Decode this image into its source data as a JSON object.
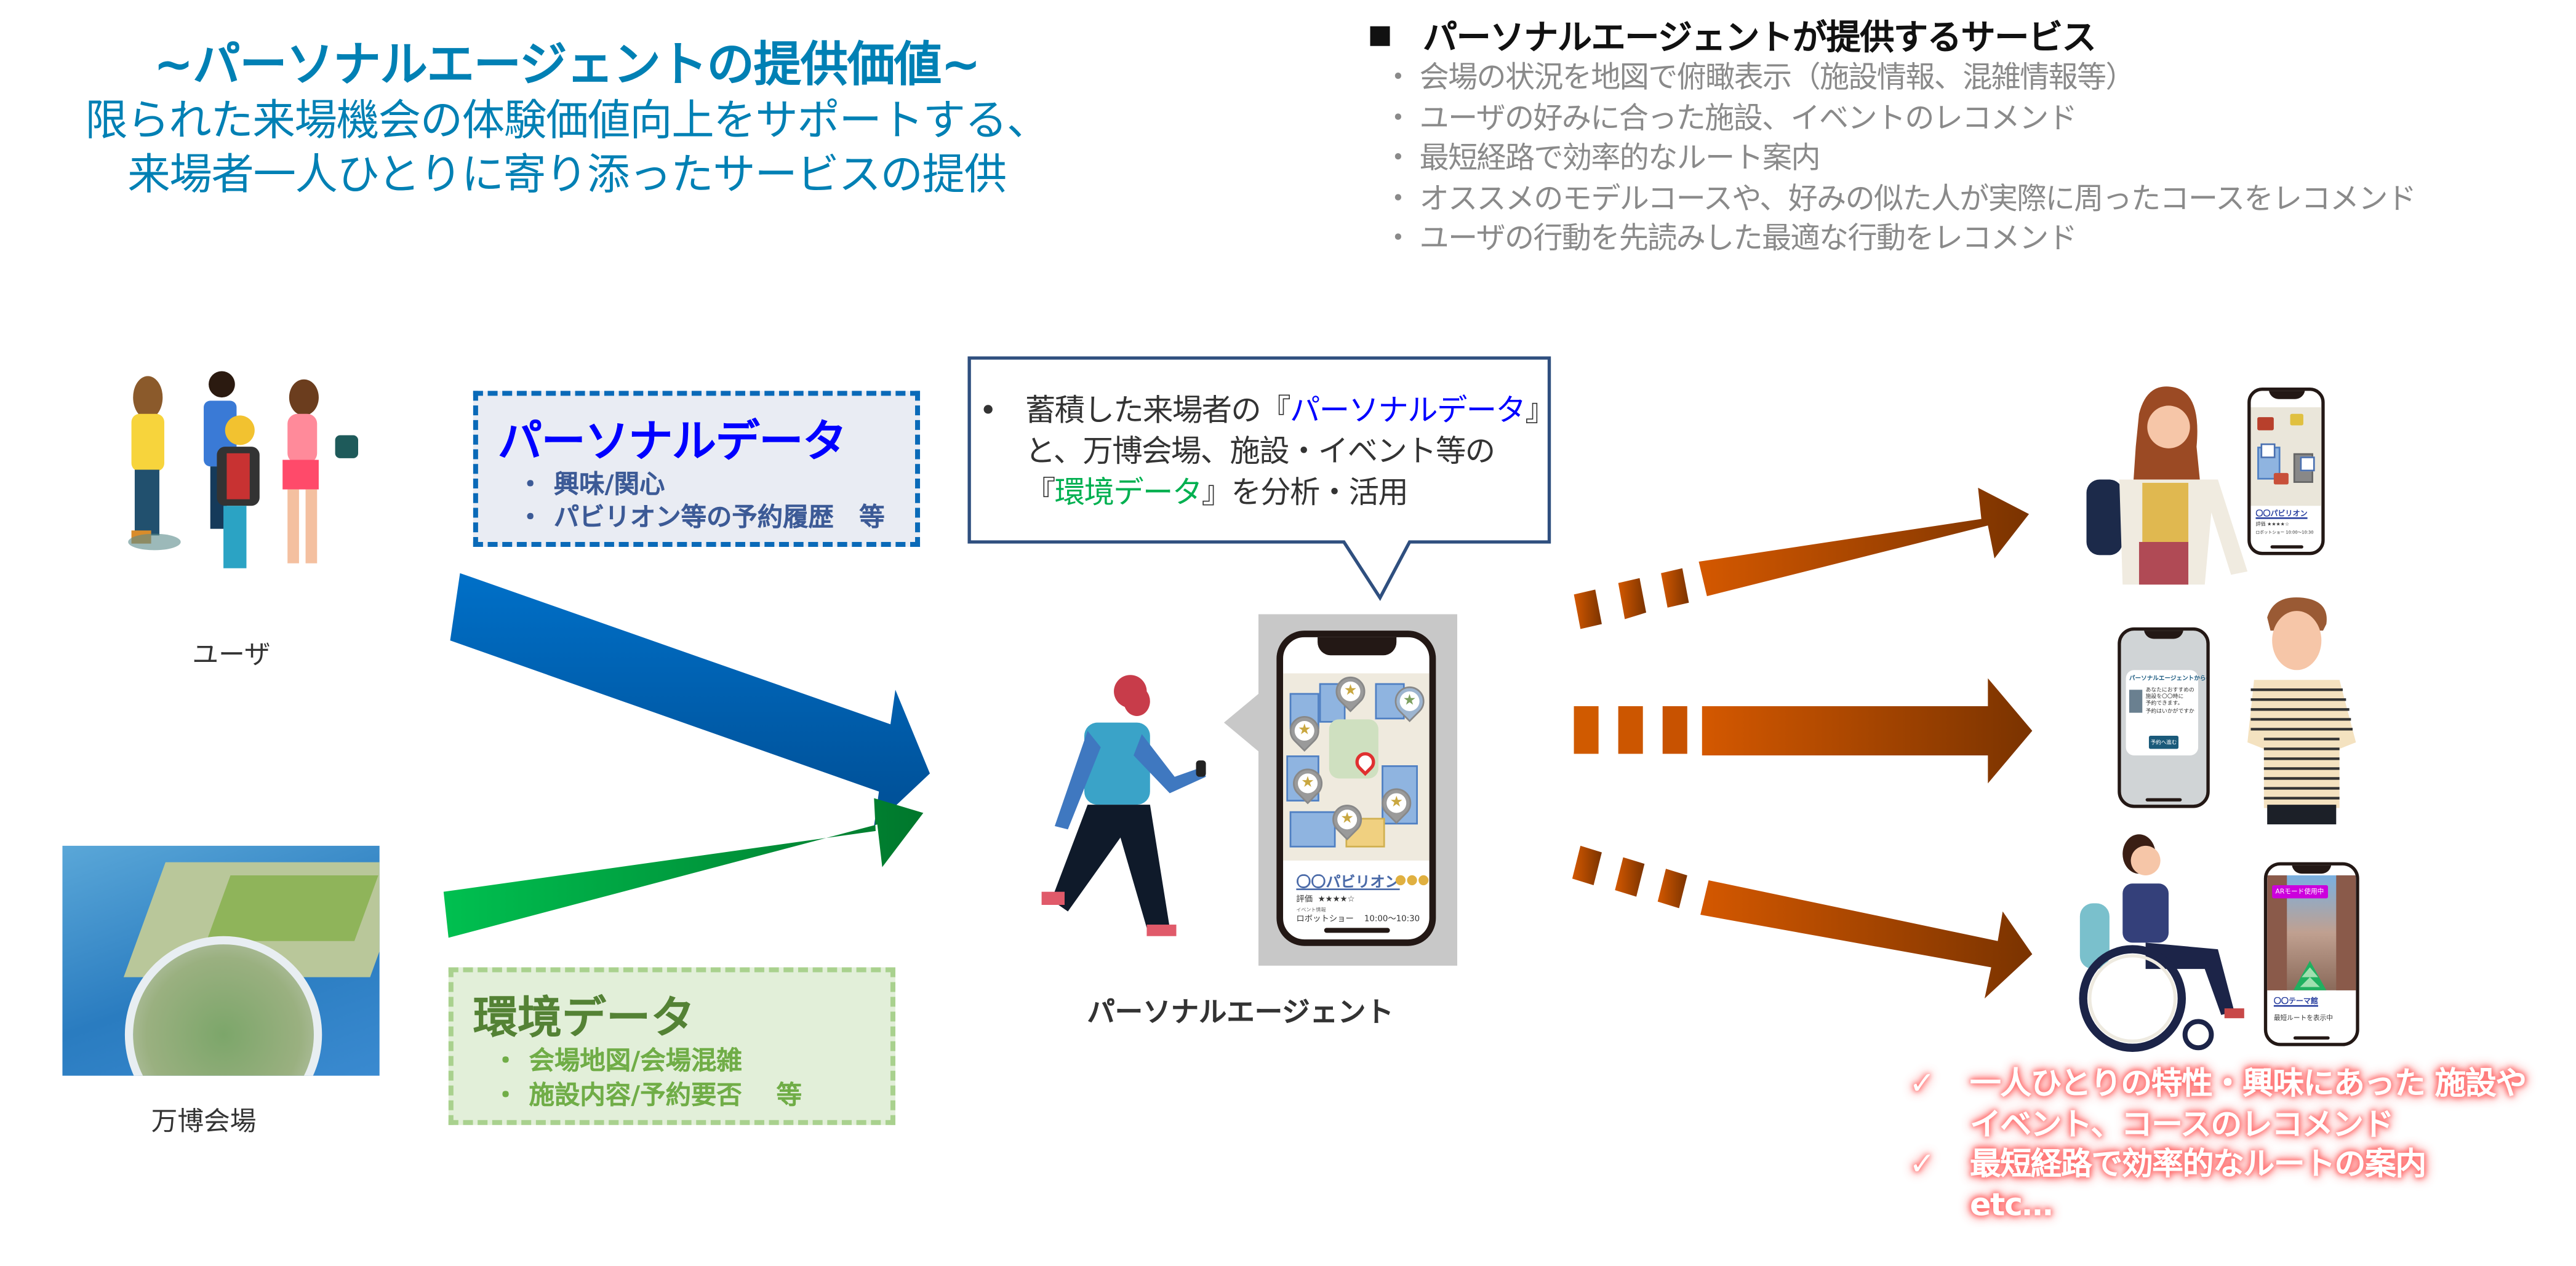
{
  "header": {
    "title": "~パーソナルエージェントの提供価値~",
    "subtitle_lines": [
      "限られた来場機会の体験価値向上をサポートする、",
      "来場者一人ひとりに寄り添ったサービスの提供"
    ]
  },
  "services": {
    "heading": "パーソナルエージェントが提供するサービス",
    "bullet": "・",
    "items": [
      "会場の状況を地図で俯瞰表示（施設情報、混雑情報等）",
      "ユーザの好みに合った施設、イベントのレコメンド",
      "最短経路で効率的なルート案内",
      "オススメのモデルコースや、好みの似た人が実際に周ったコースをレコメンド",
      "ユーザの行動を先読みした最適な行動をレコメンド"
    ]
  },
  "inputs": {
    "user": {
      "caption": "ユーザ",
      "icon": "group-of-people-illustration"
    },
    "venue": {
      "caption": "万博会場",
      "icon": "expo-venue-aerial-photo"
    },
    "personal_data": {
      "title": "パーソナルデータ",
      "bullet": "・",
      "items": [
        "興味/関心",
        "パビリオン等の予約履歴　等"
      ]
    },
    "environment_data": {
      "title": "環境データ",
      "bullet": "・",
      "items": [
        "会場地図/会場混雑",
        "施設内容/予約要否　 等"
      ]
    }
  },
  "analysis_bubble": {
    "bullet": "•",
    "line1_prefix": "蓄積した来場者の『",
    "line1_highlight": "パーソナルデータ",
    "line1_suffix": "』",
    "line2": "と、万博会場、施設・イベント等の",
    "line3_prefix": "『",
    "line3_highlight": "環境データ",
    "line3_suffix": "』を分析・活用"
  },
  "agent": {
    "label": "パーソナルエージェント",
    "phone": {
      "pavilion_name": "〇〇パビリオン",
      "rating_label": "評価",
      "rating_stars": "★★★★☆",
      "rating_value": 4,
      "rating_max": 5,
      "event_label": "イベント情報",
      "event_name": "ロボットショー",
      "event_time": "10:00～10:30"
    }
  },
  "outputs": {
    "phone1": {
      "pavilion_name": "〇〇パビリオン",
      "rating_label": "評価",
      "rating_stars": "★★★★☆",
      "event_label": "イベント情報",
      "event_name": "ロボットショー",
      "event_time": "10:00～10:30"
    },
    "phone2": {
      "dialog_title": "パーソナルエージェントからの提案",
      "dialog_body": [
        "あなたにおすすめの",
        "施設を〇〇時に",
        "予約できます。",
        "予約はいかがですか"
      ],
      "button_label": "予約へ進む"
    },
    "phone3": {
      "ar_badge": "ARモード使用中",
      "place_name": "〇〇テーマ館",
      "status": "最短ルートを表示中"
    }
  },
  "results": {
    "check": "✓",
    "items": [
      {
        "lines": [
          "一人ひとりの特性・興味にあった 施設や",
          "イベント、コースのレコメンド"
        ]
      },
      {
        "lines": [
          "最短経路で効率的なルートの案内"
        ]
      }
    ],
    "etc": "etc…"
  },
  "colors": {
    "title": "#0080b4",
    "personal_data": "#0000ff",
    "environment_data": "#548235",
    "blue_arrow": "#0070c0",
    "green_arrow": "#00b050",
    "orange_arrow": "#d05a00",
    "result_glow": "#ff7f7f"
  }
}
